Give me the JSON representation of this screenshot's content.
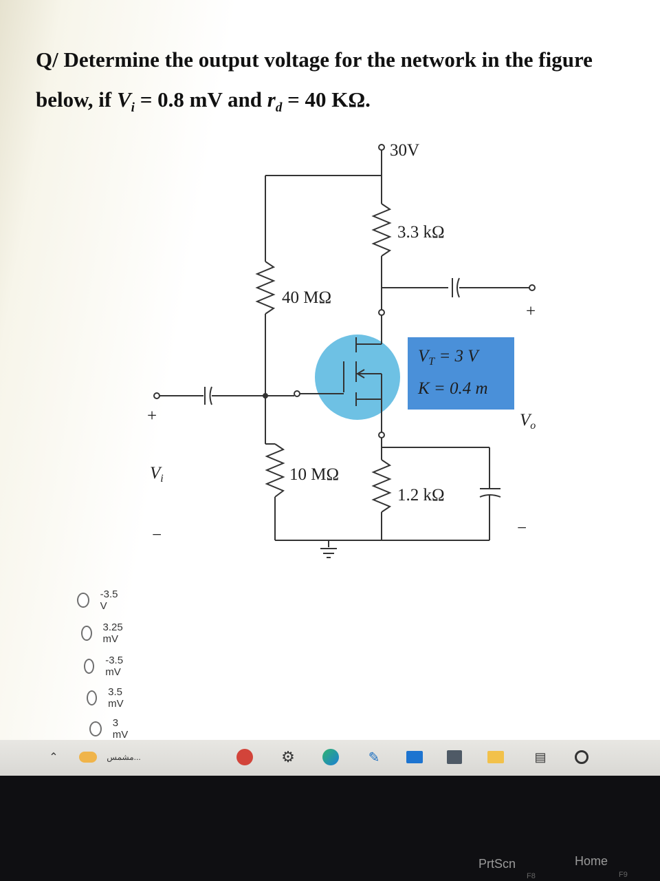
{
  "question": {
    "line1": "Q/ Determine the output voltage for the network in the figure",
    "line2_prefix": "below, if ",
    "vi_symbol": "V",
    "vi_sub": "i",
    "vi_value": " = 0.8 mV and ",
    "rd_symbol": "r",
    "rd_sub": "d",
    "rd_value": " = 40 KΩ."
  },
  "circuit": {
    "supply": "30V",
    "rd": "3.3 kΩ",
    "rg1": "40 MΩ",
    "rg2": "10 MΩ",
    "rs": "1.2 kΩ",
    "vt": "V",
    "vt_sub": "T",
    "vt_val": " = 3 V",
    "k": "K = 0.4 m",
    "vi_label": "V",
    "vi_label_sub": "i",
    "vo_label": "V",
    "vo_label_sub": "o",
    "plus": "+",
    "minus": "−"
  },
  "options": [
    {
      "label": "-3.5 V"
    },
    {
      "label": "3.25 mV"
    },
    {
      "label": "-3.5 mV"
    },
    {
      "label": "3.5 mV"
    },
    {
      "label": "3 mV"
    }
  ],
  "taskbar": {
    "weather_text": "مشمس...",
    "icons": [
      "chevron-up-icon",
      "weather-icon",
      "app-icon",
      "settings-icon",
      "edge-icon",
      "pen-icon",
      "mail-icon",
      "store-icon",
      "folder-icon",
      "task-view-icon",
      "search-icon"
    ]
  },
  "keyboard": {
    "prtscn": "PrtScn",
    "home": "Home",
    "f9": "F9",
    "f8": "F8"
  },
  "colors": {
    "highlight_circle": "#6ec1e4",
    "param_box": "#4a90d9"
  }
}
